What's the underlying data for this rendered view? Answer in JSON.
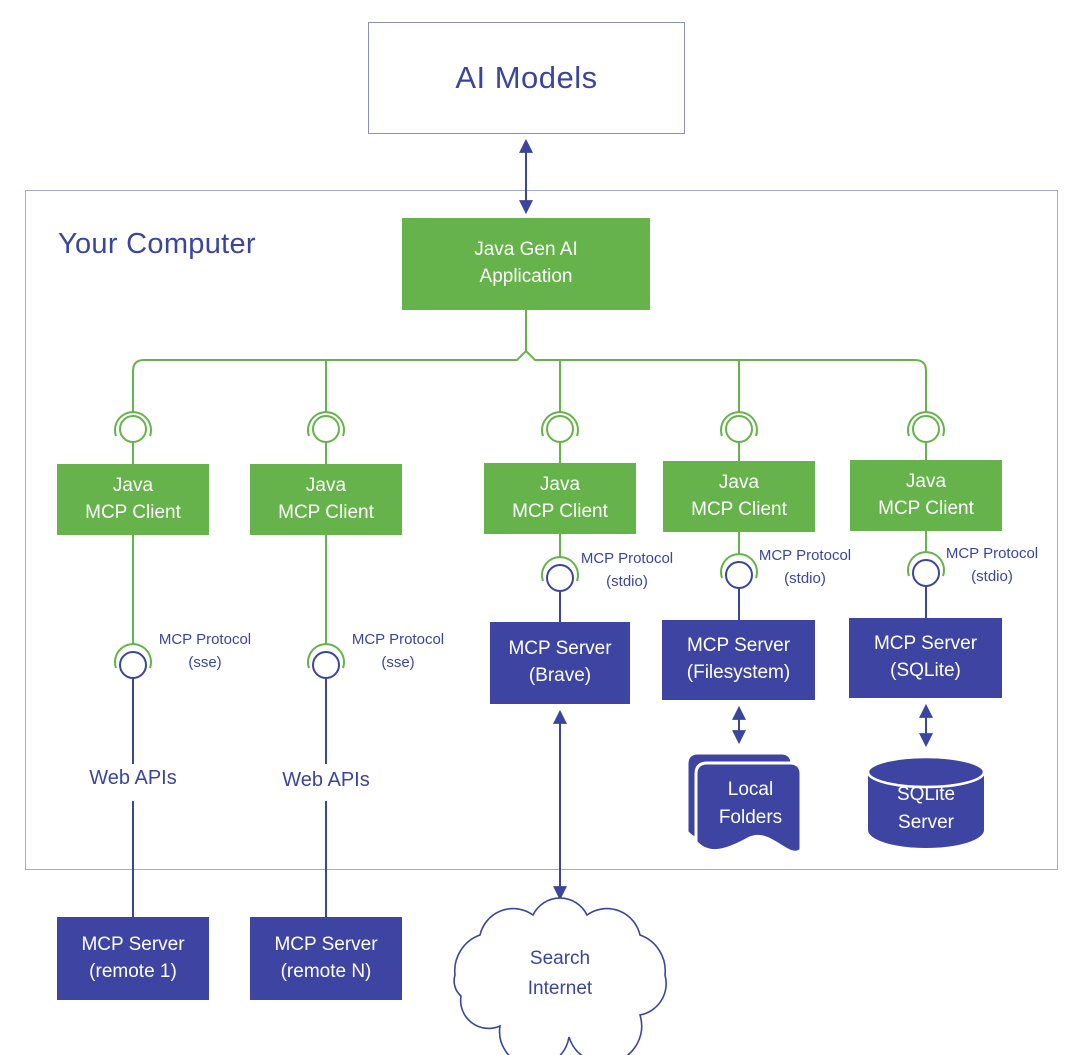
{
  "palette": {
    "green": "#65b34a",
    "indigo": "#3d44a1",
    "line_blue": "#3a459e",
    "text_blue": "#3a459e",
    "container_border": "#a6aad2",
    "ai_box_border": "#8a90ba"
  },
  "ai_models": {
    "label": "AI Models"
  },
  "your_computer": {
    "label": "Your Computer"
  },
  "app_box": {
    "line1": "Java Gen AI",
    "line2": "Application"
  },
  "client_boxes": [
    {
      "line1": "Java",
      "line2": "MCP Client"
    },
    {
      "line1": "Java",
      "line2": "MCP Client"
    },
    {
      "line1": "Java",
      "line2": "MCP Client"
    },
    {
      "line1": "Java",
      "line2": "MCP Client"
    },
    {
      "line1": "Java",
      "line2": "MCP Client"
    }
  ],
  "protocol_labels": [
    {
      "line1": "MCP Protocol",
      "line2": "(sse)"
    },
    {
      "line1": "MCP Protocol",
      "line2": "(sse)"
    },
    {
      "line1": "MCP Protocol",
      "line2": "(stdio)"
    },
    {
      "line1": "MCP Protocol",
      "line2": "(stdio)"
    },
    {
      "line1": "MCP Protocol",
      "line2": "(stdio)"
    }
  ],
  "web_api_labels": [
    {
      "label": "Web APIs"
    },
    {
      "label": "Web APIs"
    }
  ],
  "server_boxes": [
    {
      "line1": "MCP Server",
      "line2": "(Brave)"
    },
    {
      "line1": "MCP Server",
      "line2": "(Filesystem)"
    },
    {
      "line1": "MCP Server",
      "line2": "(SQLite)"
    }
  ],
  "remote_server_boxes": [
    {
      "line1": "MCP Server",
      "line2": "(remote 1)"
    },
    {
      "line1": "MCP Server",
      "line2": "(remote N)"
    }
  ],
  "local_folders": {
    "line1": "Local",
    "line2": "Folders"
  },
  "sqlite_server": {
    "line1": "SQLite",
    "line2": "Server"
  },
  "cloud": {
    "line1": "Search",
    "line2": "Internet"
  },
  "icons": {
    "connector": "mcp-socket-icon",
    "arrows": "double-headed-arrow"
  }
}
